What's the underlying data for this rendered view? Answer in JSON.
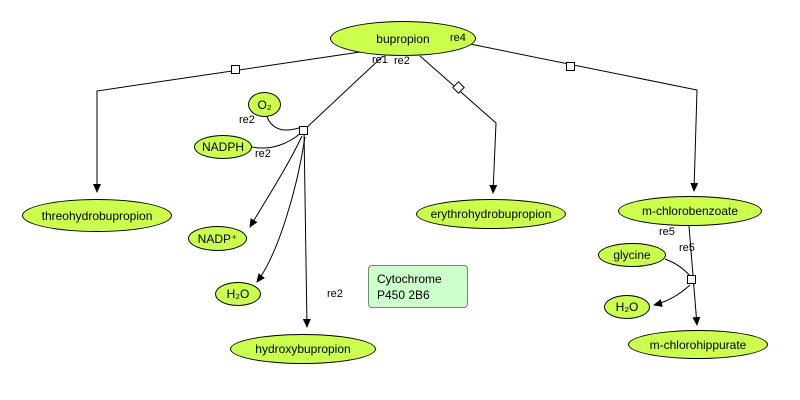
{
  "colors": {
    "species_fill": "#ccff4d",
    "enzyme_fill": "#ccffcc",
    "border": "#000000",
    "background": "#ffffff"
  },
  "species": {
    "bupropion": "bupropion",
    "threohydrobupropion": "threohydrobupropion",
    "o2": "O₂",
    "nadph": "NADPH",
    "nadp_plus": "NADP⁺",
    "h2o_left": "H₂O",
    "hydroxybupropion": "hydroxybupropion",
    "erythrohydrobupropion": "erythrohydrobupropion",
    "m_chlorobenzoate": "m-chlorobenzoate",
    "glycine": "glycine",
    "h2o_right": "H₂O",
    "m_chlorohippurate": "m-chlorohippurate"
  },
  "enzyme": {
    "line1": "Cytochrome",
    "line2": "P450 2B6"
  },
  "reaction_labels": {
    "re4": "re4",
    "re1": "re1",
    "re2_top": "re2",
    "re2_o2": "re2",
    "re2_nadph": "re2",
    "re2_main": "re2",
    "re5_benzoate": "re5",
    "re5_glycine": "re5"
  }
}
